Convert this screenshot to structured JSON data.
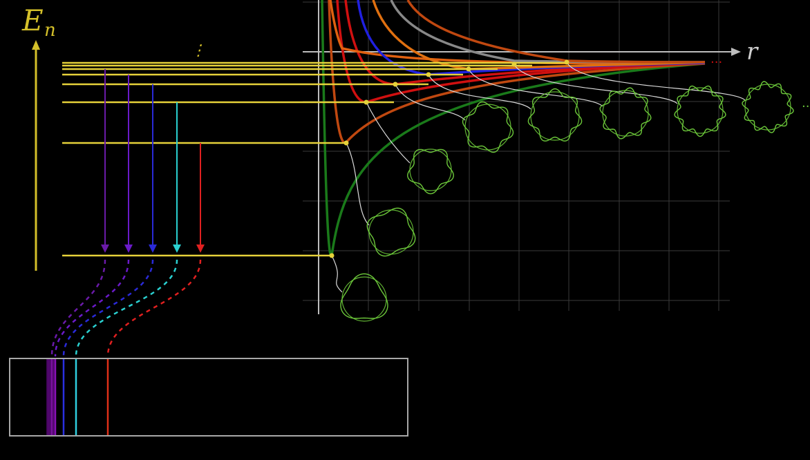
{
  "energy_axis": {
    "symbol": "E",
    "subscript": "n",
    "color": "#d4c02a"
  },
  "radius_axis": {
    "symbol": "r",
    "color": "#cfcfcf"
  },
  "ellipsis_vertical": "⋮",
  "ellipsis_horizontal": "···",
  "energy_level_count": 7,
  "transitions": [
    {
      "color": "#6a1aa8",
      "series": "violet"
    },
    {
      "color": "#6a1ac8",
      "series": "indigo"
    },
    {
      "color": "#2a2ad8",
      "series": "blue"
    },
    {
      "color": "#2ad0d0",
      "series": "cyan"
    },
    {
      "color": "#e02020",
      "series": "red"
    }
  ],
  "spectrum_line_colors": [
    "#7a10a0",
    "#8a10b8",
    "#2a30e0",
    "#30d0e0",
    "#e03018"
  ],
  "potential_curve_colors": [
    "#1a7a1a",
    "#c04810",
    "#d01010",
    "#d01010",
    "#e06010",
    "#2020e0",
    "#e07010",
    "#888888",
    "#c04810"
  ],
  "orbit_wave_color": "#6cc83a",
  "level_color": "#e6d23a",
  "grid_color": "#3a3a3a"
}
